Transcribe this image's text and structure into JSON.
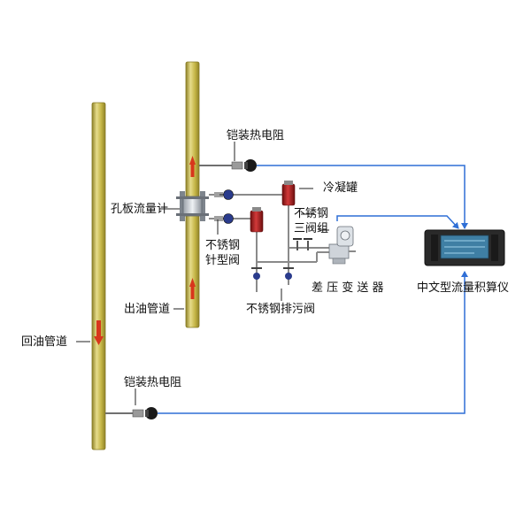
{
  "colors": {
    "pipe": "#c4b445",
    "pipe_dark": "#8f8228",
    "pipe_light": "#e6dc8a",
    "signal_line": "#2f6fd6",
    "arrow": "#d8361c",
    "condenser": "#b01c1c",
    "meter_body": "#2a2a2a",
    "meter_screen": "#3f7fa4"
  },
  "icons": [
    "thermo-sensor-icon",
    "orifice-plate-icon",
    "condenser-pot-icon",
    "valve-icon",
    "transmitter-icon",
    "flow-computer-icon"
  ],
  "labels": {
    "rtd_top": "铠装热电阻",
    "condenser": "冷凝罐",
    "ss_tri_valve_l1": "不锈钢",
    "ss_tri_valve_l2": "三阀组",
    "orifice_meter": "孔板流量计",
    "needle_valve_l1": "不锈钢",
    "needle_valve_l2": "针型阀",
    "dp_transmitter": "差 压 变 送 器",
    "flow_computer": "中文型流量积算仪",
    "outlet_pipe": "出油管道",
    "drain_valve": "不锈钢排污阀",
    "return_pipe": "回油管道",
    "rtd_bottom": "铠装热电阻"
  }
}
